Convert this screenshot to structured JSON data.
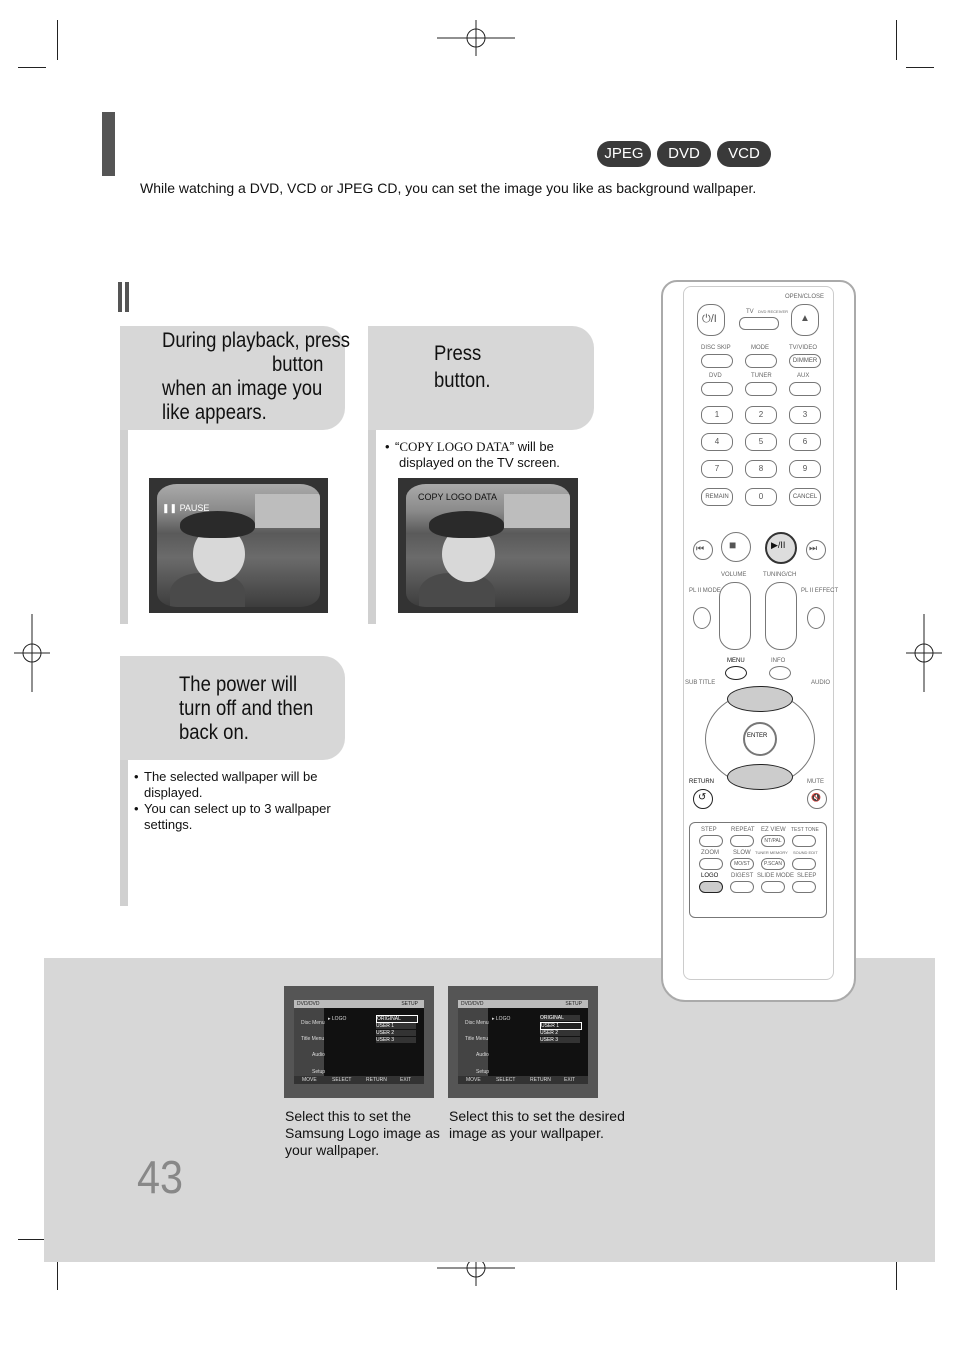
{
  "badges": [
    "JPEG",
    "DVD",
    "VCD"
  ],
  "intro": "While watching a DVD, VCD or JPEG CD, you can set the image you like as background wallpaper.",
  "steps": {
    "step1": {
      "lines": [
        "During playback, press",
        "button",
        "when an image you",
        "like appears."
      ],
      "overlay": "❚❚ PAUSE"
    },
    "step2": {
      "lines": [
        "Press",
        "button."
      ],
      "bullet_quote_open": "“",
      "bullet_quoted": "COPY LOGO DATA",
      "bullet_rest": "” will be",
      "bullet_line2": "displayed on the TV screen.",
      "overlay": "COPY LOGO DATA"
    },
    "step3": {
      "lines": [
        "The power will",
        "turn off and then",
        "back on."
      ],
      "bullets": [
        [
          "The selected wallpaper will be",
          "displayed."
        ],
        [
          "You can select up to 3 wallpaper",
          "settings."
        ]
      ]
    }
  },
  "menu_shots": [
    {
      "top_left": "DVD/DVD",
      "top_right": "SETUP",
      "item": "▸ LOGO",
      "options": [
        "ORIGINAL",
        "USER 1",
        "USER 2",
        "USER 3"
      ],
      "selected": 0,
      "side_labels": [
        "Disc Menu",
        "Title Menu",
        "Audio",
        "Setup"
      ],
      "bottom": [
        "MOVE",
        "SELECT",
        "RETURN",
        "EXIT"
      ]
    },
    {
      "top_left": "DVD/DVD",
      "top_right": "SETUP",
      "item": "▸ LOGO",
      "options": [
        "ORIGINAL",
        "USER 1",
        "USER 2",
        "USER 3"
      ],
      "selected": 1,
      "side_labels": [
        "Disc Menu",
        "Title Menu",
        "Audio",
        "Setup"
      ],
      "bottom": [
        "MOVE",
        "SELECT",
        "RETURN",
        "EXIT"
      ]
    }
  ],
  "captions": [
    [
      "Select this to set the",
      "Samsung Logo image as",
      "your wallpaper."
    ],
    [
      "Select this to set the desired",
      "image as your wallpaper."
    ]
  ],
  "page_number": "43",
  "remote": {
    "open_close": "OPEN/CLOSE",
    "tv": "TV",
    "dvd_receiver": "DVD RECEIVER",
    "power": "⏻/I",
    "eject": "▲",
    "row1": [
      "DISC SKIP",
      "MODE",
      "TV/VIDEO"
    ],
    "dimmer": "DIMMER",
    "row2": [
      "DVD",
      "TUNER",
      "AUX"
    ],
    "digits": [
      "1",
      "2",
      "3",
      "4",
      "5",
      "6",
      "7",
      "8",
      "9"
    ],
    "remain": "REMAIN",
    "zero": "0",
    "cancel": "CANCEL",
    "transport": [
      "⏮",
      "■",
      "▶/II",
      "⏭"
    ],
    "volume": "VOLUME",
    "tuning": "TUNING/CH",
    "plii_mode": "PL II MODE",
    "plii_effect": "PL II EFFECT",
    "menu": "MENU",
    "info": "INFO",
    "subtitle": "SUB TITLE",
    "audio": "AUDIO",
    "enter": "ENTER",
    "return": "RETURN",
    "mute": "MUTE",
    "return_icon": "↺",
    "mute_icon": "🔇",
    "lower_labels": [
      "STEP",
      "REPEAT",
      "EZ VIEW",
      "TEST TONE",
      "ZOOM",
      "SLOW",
      "TUNER MEMORY",
      "SOUND EDIT",
      "LOGO",
      "DIGEST",
      "SLIDE MODE",
      "SLEEP"
    ],
    "note": "NT/PAL",
    "mo_st": "MO/ST",
    "p_scan": "P.SCAN"
  }
}
